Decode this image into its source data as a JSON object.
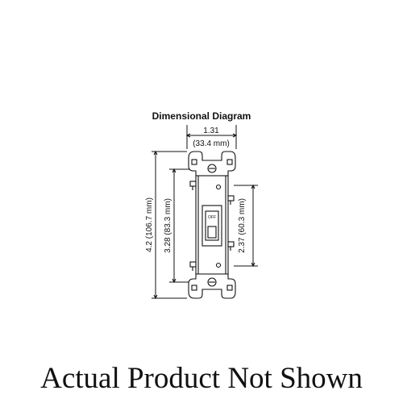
{
  "diagram": {
    "title": "Dimensional Diagram",
    "width_label_in": "1.31",
    "width_label_mm": "(33.4 mm)",
    "overall_height_label": "4.2 (106.7 mm)",
    "mount_height_label": "3.28 (83.3 mm)",
    "terminal_height_label": "2.37 (60.3 mm)",
    "toggle_label": "OFF"
  },
  "footer": {
    "notice": "Actual Product Not Shown"
  }
}
